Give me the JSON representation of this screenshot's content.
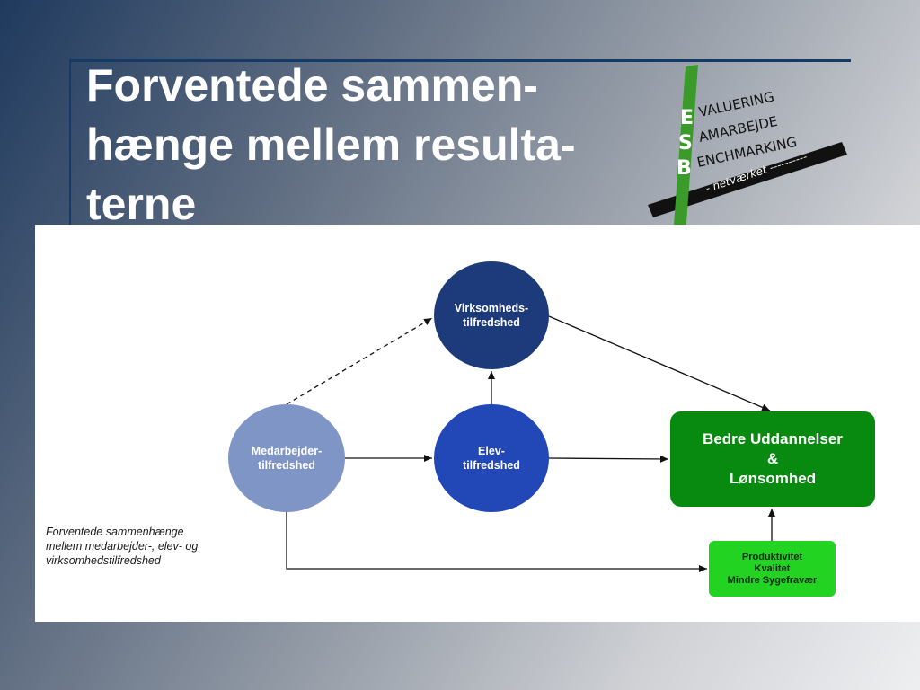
{
  "title": "Forventede sammen-\nhænge mellem resulta-\nterne",
  "logo": {
    "letters": [
      "E",
      "S",
      "B"
    ],
    "lines": [
      "VALUERING",
      "AMARBEJDE",
      "ENCHMARKING"
    ],
    "tagline": "- netværket ----------",
    "colors": {
      "stripe": "#3a9a2a",
      "band": "#111111",
      "letters": "#ffffff"
    }
  },
  "diagram": {
    "nodes": {
      "virksomhed": "Virksomheds-\ntilfredshed",
      "medarbejder": "Medarbejder-\ntilfredshed",
      "elev": "Elev-\ntilfredshed",
      "result": "Bedre Uddannelser\n&\nLønsomhed",
      "produktivitet": "Produktivitet\nKvalitet\nMindre Sygefravær"
    },
    "caption": "Forventede sammenhænge\nmellem medarbejder-, elev- og\nvirksomhedstilfredshed",
    "edges": [
      {
        "from": "medarbejder",
        "to": "virksomhed",
        "style": "dashed"
      },
      {
        "from": "medarbejder",
        "to": "elev",
        "style": "solid"
      },
      {
        "from": "elev",
        "to": "virksomhed",
        "style": "solid"
      },
      {
        "from": "elev",
        "to": "result",
        "style": "solid"
      },
      {
        "from": "virksomhed",
        "to": "result",
        "style": "solid"
      },
      {
        "from": "medarbejder",
        "to": "produktivitet",
        "style": "solid"
      },
      {
        "from": "produktivitet",
        "to": "result",
        "style": "solid"
      }
    ],
    "colors": {
      "virksomhed": "#1d3a7a",
      "medarbejder": "#7f95c6",
      "elev": "#2247b6",
      "result": "#078a0f",
      "produktivitet": "#22d322"
    }
  }
}
